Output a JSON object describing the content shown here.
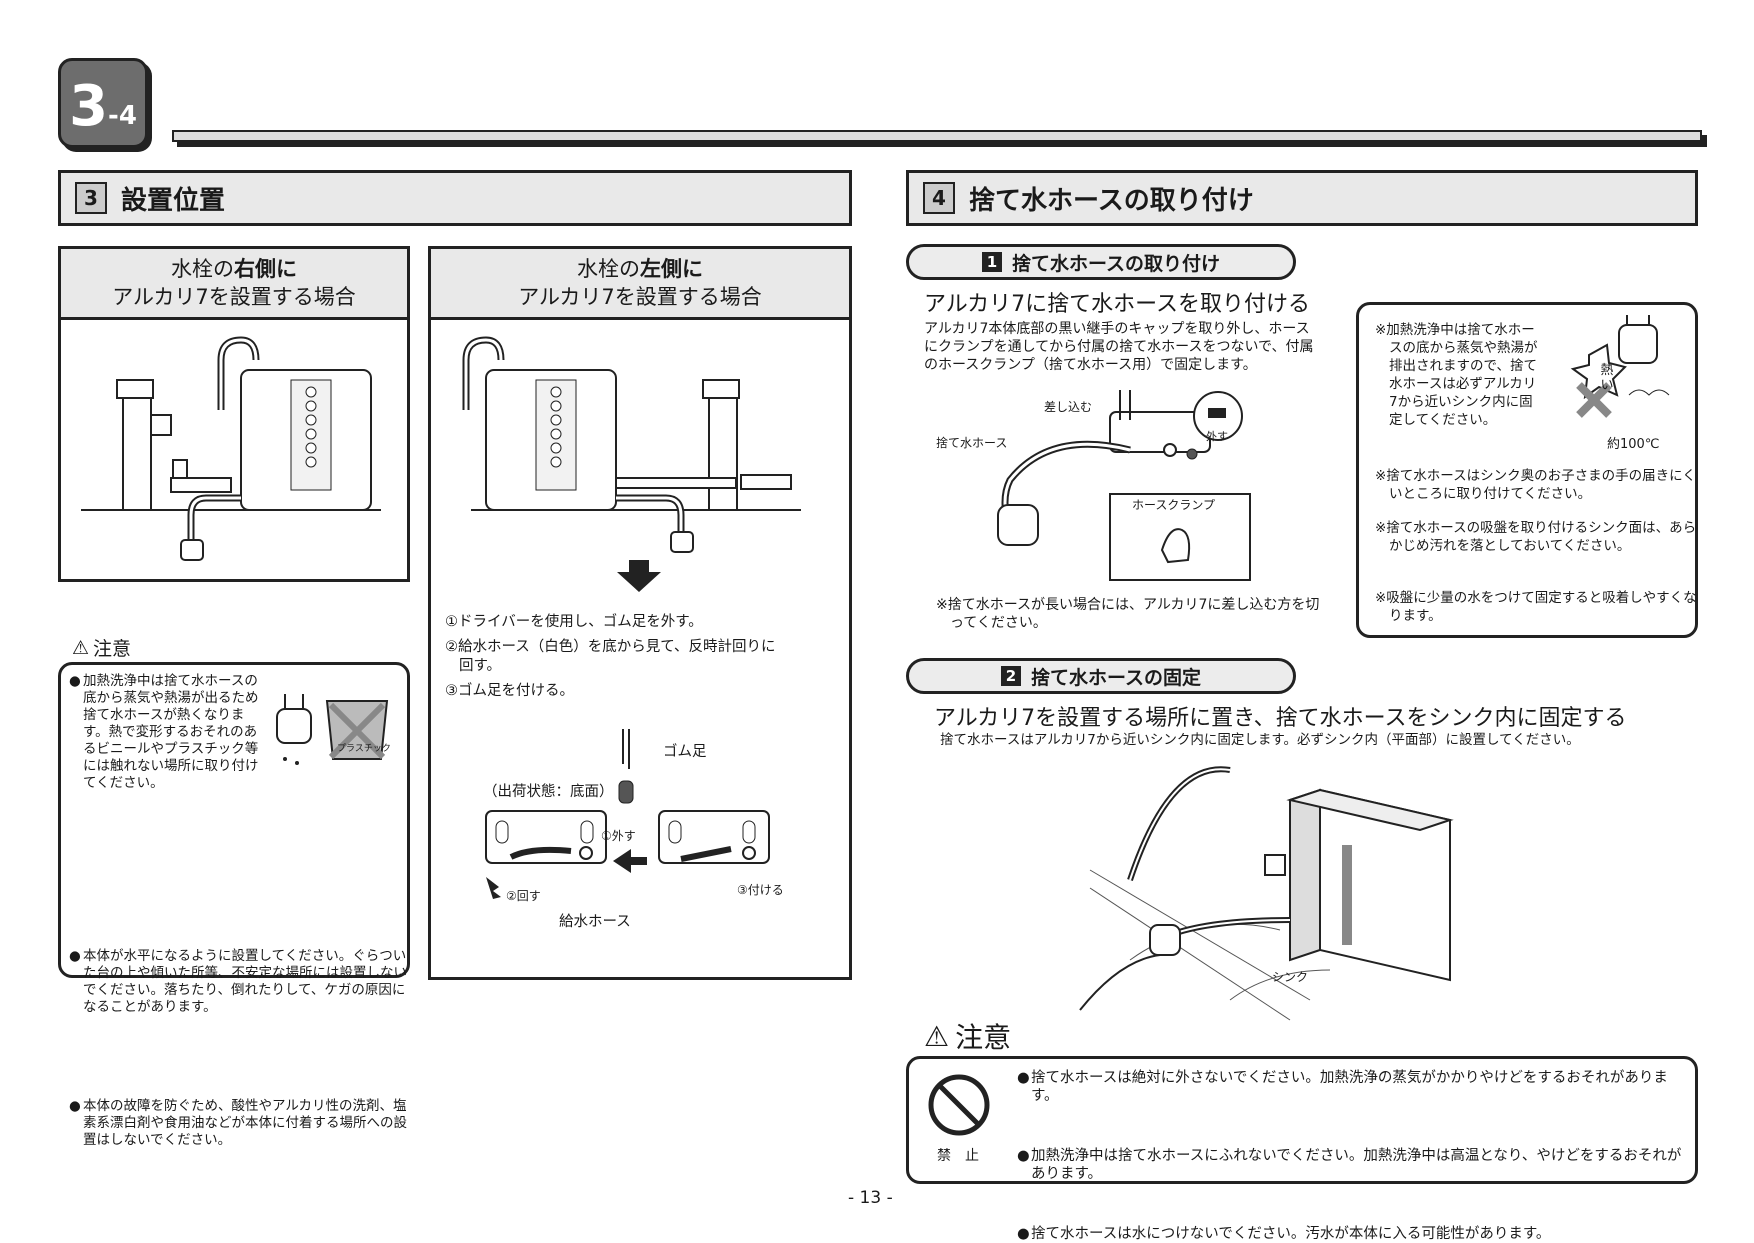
{
  "chapter": {
    "main": "3",
    "sub": "-4"
  },
  "section3": {
    "num": "3",
    "title": "設置位置",
    "right_panel": {
      "line1_a": "水栓の",
      "line1_b": "右側に",
      "line2": "アルカリ7を設置する場合"
    },
    "left_panel": {
      "line1_a": "水栓の",
      "line1_b": "左側に",
      "line2": "アルカリ7を設置する場合"
    },
    "steps": [
      "①ドライバーを使用し、ゴム足を外す。",
      "②給水ホース（白色）を底から見て、反時計回りに",
      "回す。",
      "③ゴム足を付ける。"
    ],
    "diagram_labels": {
      "rubber_foot": "ゴム足",
      "shipping_state": "（出荷状態：底面）",
      "remove": "①外す",
      "turn": "②回す",
      "attach": "③付ける",
      "supply_hose": "給水ホース"
    },
    "caution": {
      "title": "注意",
      "items": [
        "加熱洗浄中は捨て水ホースの底から蒸気や熱湯が出るため捨て水ホースが熱くなります。熱で変形するおそれのあるビニールやプラスチック等には触れない場所に取り付けてください。",
        "本体が水平になるように設置してください。ぐらついた台の上や傾いた所等、不安定な場所には設置しないでください。落ちたり、倒れたりして、ケガの原因になることがあります。",
        "本体の故障を防ぐため、酸性やアルカリ性の洗剤、塩素系漂白剤や食用油などが本体に付着する場所への設置はしないでください。"
      ],
      "plastic_label": "プラスチック"
    }
  },
  "section4": {
    "num": "4",
    "title": "捨て水ホースの取り付け",
    "step1": {
      "num": "1",
      "label": "捨て水ホースの取り付け",
      "heading": "アルカリ7に捨て水ホースを取り付ける",
      "body": "アルカリ7本体底部の黒い継手のキャップを取り外し、ホースにクランプを通してから付属の捨て水ホースをつないで、付属のホースクランプ（捨て水ホース用）で固定します。",
      "labels": {
        "insert": "差し込む",
        "drain_hose": "捨て水ホース",
        "remove": "外す",
        "clamp": "ホースクランプ"
      },
      "note": "※捨て水ホースが長い場合には、アルカリ7に差し込む方を切ってください。"
    },
    "side_notes": {
      "note1": "※加熱洗浄中は捨て水ホースの底から蒸気や熱湯が排出されますので、捨て水ホースは必ずアルカリ7から近いシンク内に固定してください。",
      "hot": "熱い",
      "temp": "約100℃",
      "note2": "※捨て水ホースはシンク奥のお子さまの手の届きにくいところに取り付けてください。",
      "note3": "※捨て水ホースの吸盤を取り付けるシンク面は、あらかじめ汚れを落としておいてください。",
      "note4": "※吸盤に少量の水をつけて固定すると吸着しやすくなります。"
    },
    "step2": {
      "num": "2",
      "label": "捨て水ホースの固定",
      "heading": "アルカリ7を設置する場所に置き、捨て水ホースをシンク内に固定する",
      "sub": "捨て水ホースはアルカリ7から近いシンク内に固定します。必ずシンク内（平面部）に設置してください。",
      "sink_label": "シンク"
    },
    "caution": {
      "title": "注意",
      "prohibit": "禁　止",
      "items": [
        "捨て水ホースは絶対に外さないでください。加熱洗浄の蒸気がかかりやけどをするおそれがあります。",
        "加熱洗浄中は捨て水ホースにふれないでください。加熱洗浄中は高温となり、やけどをするおそれがあります。",
        "捨て水ホースは水につけないでください。汚水が本体に入る可能性があります。"
      ]
    }
  },
  "page_number": "- 13 -"
}
